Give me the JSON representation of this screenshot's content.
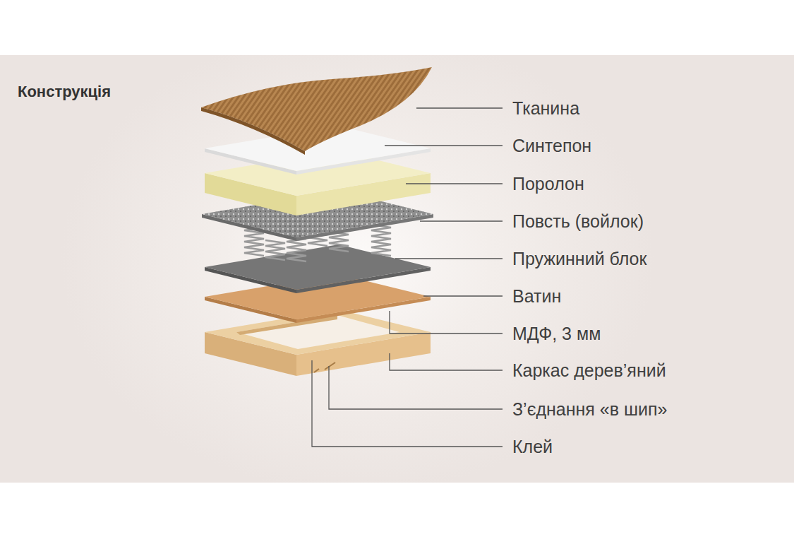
{
  "diagram": {
    "title": "Конструкція",
    "labels": [
      "Тканина",
      "Синтепон",
      "Поролон",
      "Повсть (войлок)",
      "Пружинний блок",
      "Ватин",
      "МДФ, 3 мм",
      "Каркас дерев’яний",
      "З’єднання «в шип»",
      "Клей"
    ]
  }
}
